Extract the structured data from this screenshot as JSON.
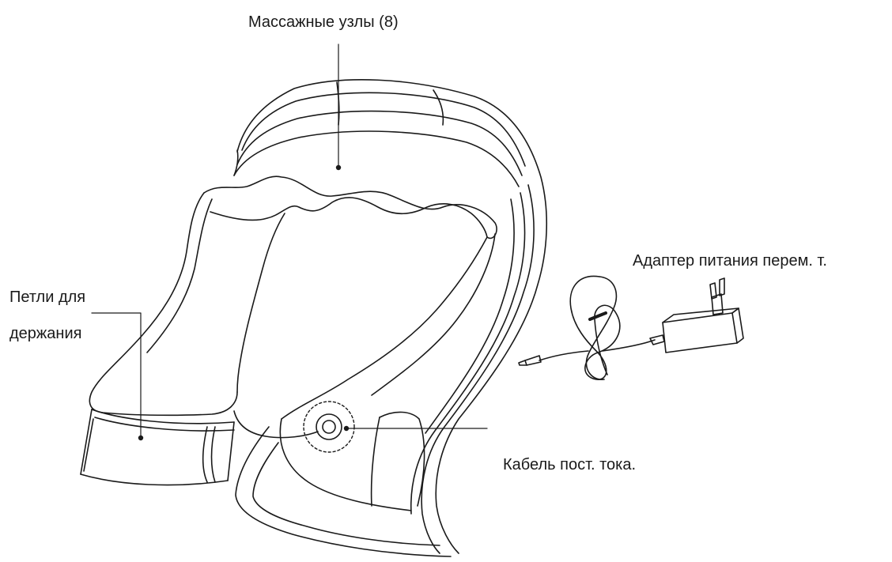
{
  "labels": {
    "massage_nodes": "Массажные узлы (8)",
    "holding_loops_line1": "Петли для",
    "holding_loops_line2": "держания",
    "ac_adapter": "Адаптер питания перем. т.",
    "dc_cable": "Кабель пост. тока."
  },
  "colors": {
    "line": "#1a1a1a",
    "background": "#ffffff"
  }
}
